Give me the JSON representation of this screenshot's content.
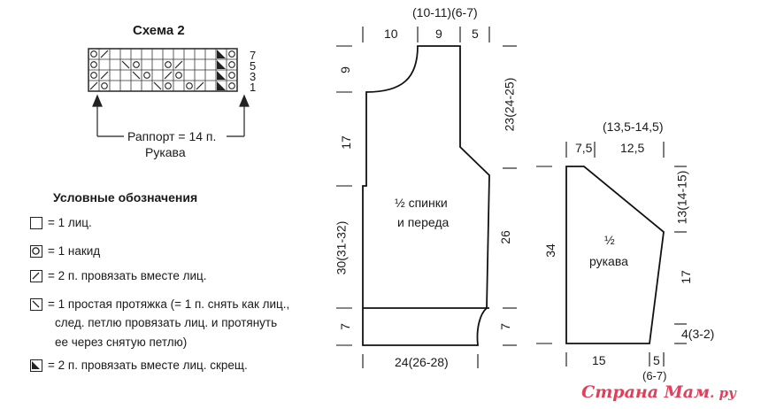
{
  "chart": {
    "title": "Схема 2",
    "row_numbers": [
      "7",
      "5",
      "3",
      "1"
    ],
    "rapport_label": "Раппорт = 14 п.",
    "sleeves_label": "Рукава"
  },
  "legend": {
    "title": "Условные обозначения",
    "items": [
      {
        "symbol": "empty-square",
        "text": "= 1 лиц."
      },
      {
        "symbol": "circle-yarn-over",
        "text": "= 1 накид"
      },
      {
        "symbol": "slash-right",
        "text": "= 2 п. провязать вместе лиц."
      },
      {
        "symbol": "slash-left",
        "text": "= 1 простая протяжка (= 1 п. снять как лиц.,"
      },
      {
        "symbol": "filled-triangle",
        "text": "= 2 п. провязать вместе лиц. скрещ."
      }
    ],
    "continuation": [
      "след. петлю провязать лиц. и протянуть",
      "ее через снятую петлю)"
    ]
  },
  "body_piece": {
    "label_line1": "½ спинки",
    "label_line2": "и переда",
    "top_dims_header": "(10-11)(6-7)",
    "top_dims": [
      "10",
      "9",
      "5"
    ],
    "left_dims": [
      "9",
      "17",
      "30(31-32)",
      "7"
    ],
    "right_dims": [
      "23(24-25)",
      "26",
      "7"
    ],
    "bottom_dim": "24(26-28)"
  },
  "sleeve_piece": {
    "label_line1": "½",
    "label_line2": "рукава",
    "top_dims_header": "(13,5-14,5)",
    "top_dims": [
      "7,5",
      "12,5"
    ],
    "left_dim": "34",
    "right_dims": [
      "13(14-15)",
      "17",
      "4(3-2)"
    ],
    "bottom_dims": [
      "15",
      "5"
    ],
    "bottom_sub": "(6-7)"
  },
  "watermark": {
    "text": "Страна Мам",
    "suffix": ". ру"
  }
}
